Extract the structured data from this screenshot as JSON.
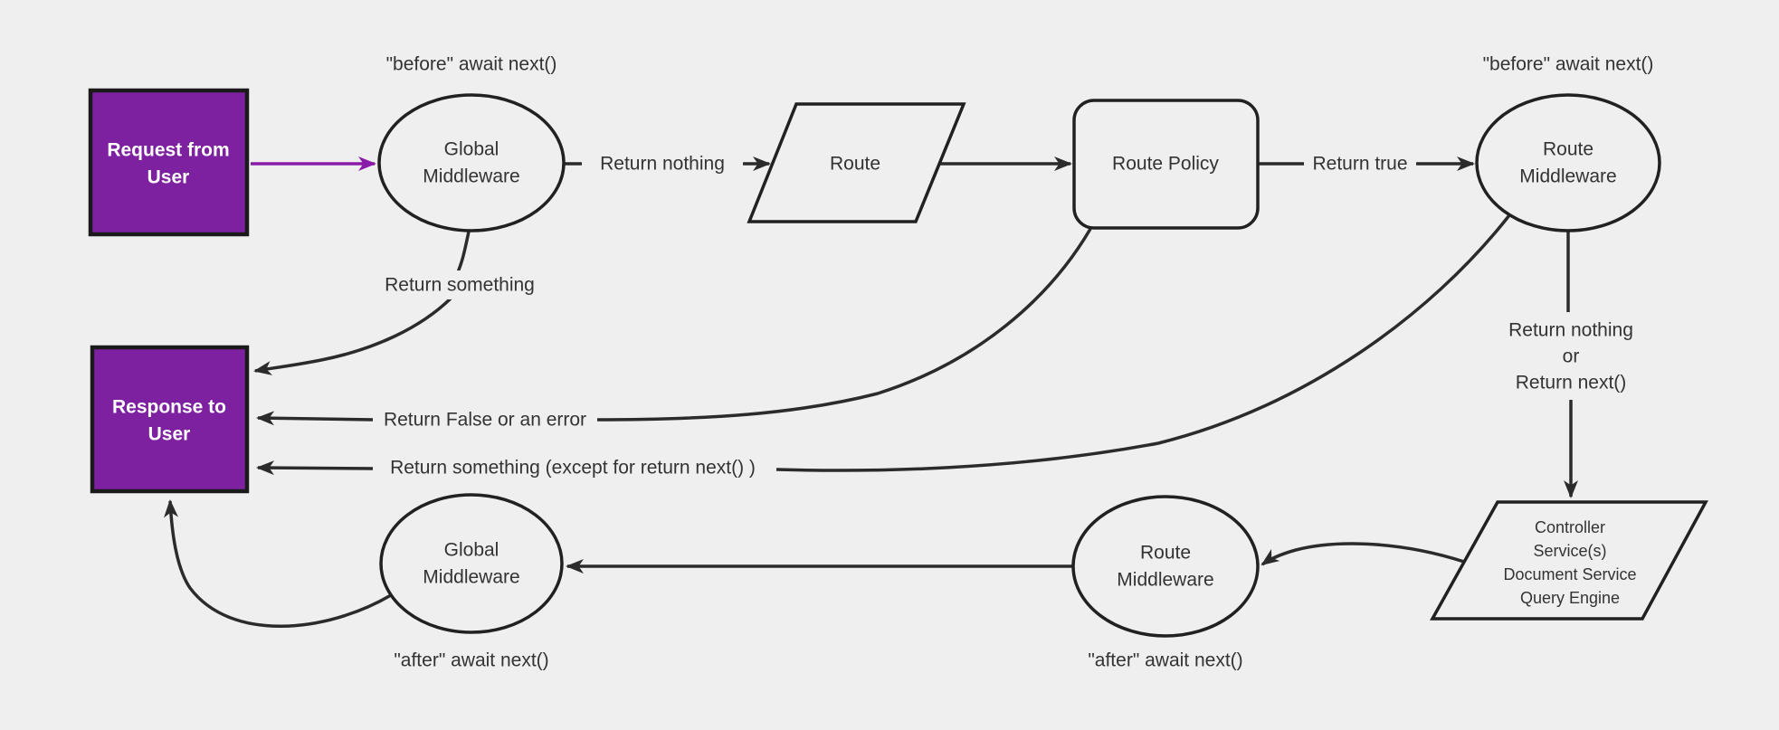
{
  "diagram": {
    "colors": {
      "background": "#efefef",
      "purple_fill": "#7d21a1",
      "purple_arrow": "#8a1ba8",
      "edge": "#2b2b2b",
      "node_stroke": "#212121",
      "node_text": "#333333",
      "box_text": "#ffffff"
    },
    "nodes": {
      "request": {
        "lines": [
          "Request from",
          "User"
        ]
      },
      "global_mw_top": {
        "lines": [
          "Global",
          "Middleware"
        ]
      },
      "route": {
        "lines": [
          "Route"
        ]
      },
      "route_policy": {
        "lines": [
          "Route Policy"
        ]
      },
      "route_mw_top": {
        "lines": [
          "Route",
          "Middleware"
        ]
      },
      "controller": {
        "lines": [
          "Controller",
          "Service(s)",
          "Document Service",
          "Query Engine"
        ]
      },
      "route_mw_bottom": {
        "lines": [
          "Route",
          "Middleware"
        ]
      },
      "global_mw_bottom": {
        "lines": [
          "Global",
          "Middleware"
        ]
      },
      "response": {
        "lines": [
          "Response to",
          "User"
        ]
      }
    },
    "labels": {
      "before_left": "\"before\" await next()",
      "before_right": "\"before\" await next()",
      "after_left": "\"after\" await next()",
      "after_right": "\"after\" await next()",
      "return_nothing": "Return nothing",
      "return_true": "Return true",
      "return_something": "Return something",
      "return_false": "Return False or an error",
      "return_something_except": "Return something (except for return next() )",
      "return_nothing_or": [
        "Return nothing",
        "or",
        "Return next()"
      ]
    }
  }
}
